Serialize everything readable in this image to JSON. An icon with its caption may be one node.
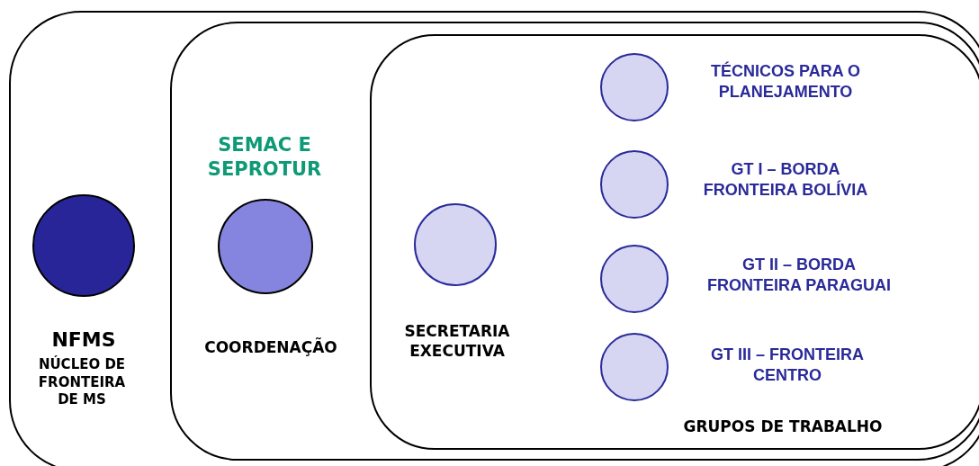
{
  "diagram": {
    "nodes": [
      {
        "text": [
          "NFMS",
          "NÚCLEO DE FRONTEIRA DE MS"
        ]
      },
      {
        "text": [
          "SEMAC E SEPROTUR",
          "COORDENAÇÃO"
        ],
        "in": 0
      },
      {
        "text": [
          "SECRETARIA EXECUTIVA",
          "GRUPOS DE TRABALHO"
        ],
        "in": 1
      },
      {
        "text": [],
        "shape": "circle",
        "in": 0
      },
      {
        "text": [],
        "shape": "circle",
        "in": 1
      },
      {
        "text": [],
        "shape": "circle",
        "in": 2
      },
      {
        "text": [],
        "shape": "circle",
        "in": 2,
        "beside": [
          "TÉCNICOS PARA O PLANEJAMENTO"
        ]
      },
      {
        "text": [],
        "shape": "circle",
        "in": 2,
        "beside": [
          "GT I – BORDA FRONTEIRA BOLÍVIA"
        ]
      },
      {
        "text": [],
        "shape": "circle",
        "in": 2,
        "beside": [
          "GT II – BORDA FRONTEIRA PARAGUAI"
        ]
      },
      {
        "text": [],
        "shape": "circle",
        "in": 2,
        "beside": [
          "GT III – FRONTEIRA CENTRO"
        ]
      }
    ],
    "edges": []
  }
}
